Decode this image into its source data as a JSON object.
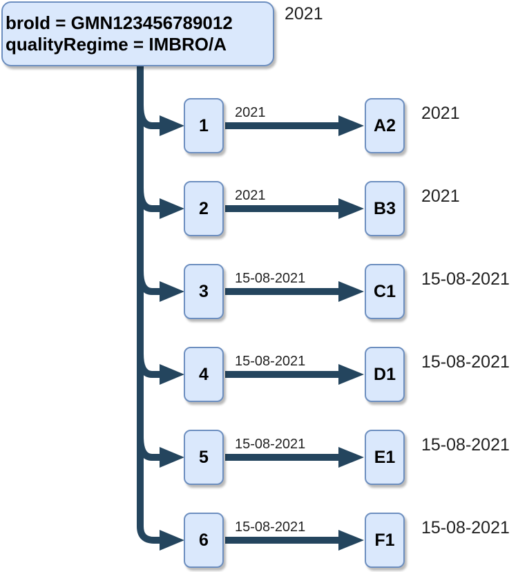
{
  "root": {
    "line1": "broId = GMN123456789012",
    "line2": "qualityRegime = IMBRO/A",
    "side_label": "2021"
  },
  "rows": [
    {
      "source": "1",
      "edge_label": "2021",
      "target": "A2",
      "target_label": "2021"
    },
    {
      "source": "2",
      "edge_label": "2021",
      "target": "B3",
      "target_label": "2021"
    },
    {
      "source": "3",
      "edge_label": "15-08-2021",
      "target": "C1",
      "target_label": "15-08-2021"
    },
    {
      "source": "4",
      "edge_label": "15-08-2021",
      "target": "D1",
      "target_label": "15-08-2021"
    },
    {
      "source": "5",
      "edge_label": "15-08-2021",
      "target": "E1",
      "target_label": "15-08-2021"
    },
    {
      "source": "6",
      "edge_label": "15-08-2021",
      "target": "F1",
      "target_label": "15-08-2021"
    }
  ],
  "colors": {
    "node_fill": "#DAE8FC",
    "node_border": "#6C8EBF",
    "edge_stroke": "#24455E",
    "label_text": "#1F1F1F"
  }
}
